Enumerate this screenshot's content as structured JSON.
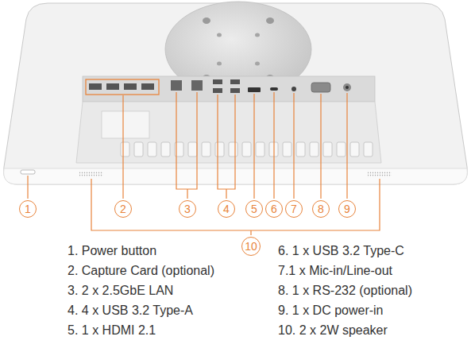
{
  "diagram": {
    "nodes": [
      {
        "text": [
          "1"
        ]
      },
      {
        "text": [
          "2"
        ]
      },
      {
        "text": [
          "3"
        ]
      },
      {
        "text": [
          "4"
        ]
      },
      {
        "text": [
          "5"
        ]
      },
      {
        "text": [
          "6"
        ]
      },
      {
        "text": [
          "7"
        ]
      },
      {
        "text": [
          "8"
        ]
      },
      {
        "text": [
          "9"
        ]
      },
      {
        "text": [
          "10"
        ]
      }
    ],
    "labels": [
      "1. Power button",
      "2. Capture Card (optional)",
      "3. 2 x 2.5GbE LAN",
      "4. 4 x USB 3.2 Type-A",
      "5. 1 x HDMI 2.1",
      "6. 1 x USB 3.2 Type-C",
      "7.1 x Mic-in/Line-out",
      "8. 1 x RS-232 (optional)",
      "9. 1 x DC power-in",
      "10. 2 x 2W speaker"
    ]
  }
}
